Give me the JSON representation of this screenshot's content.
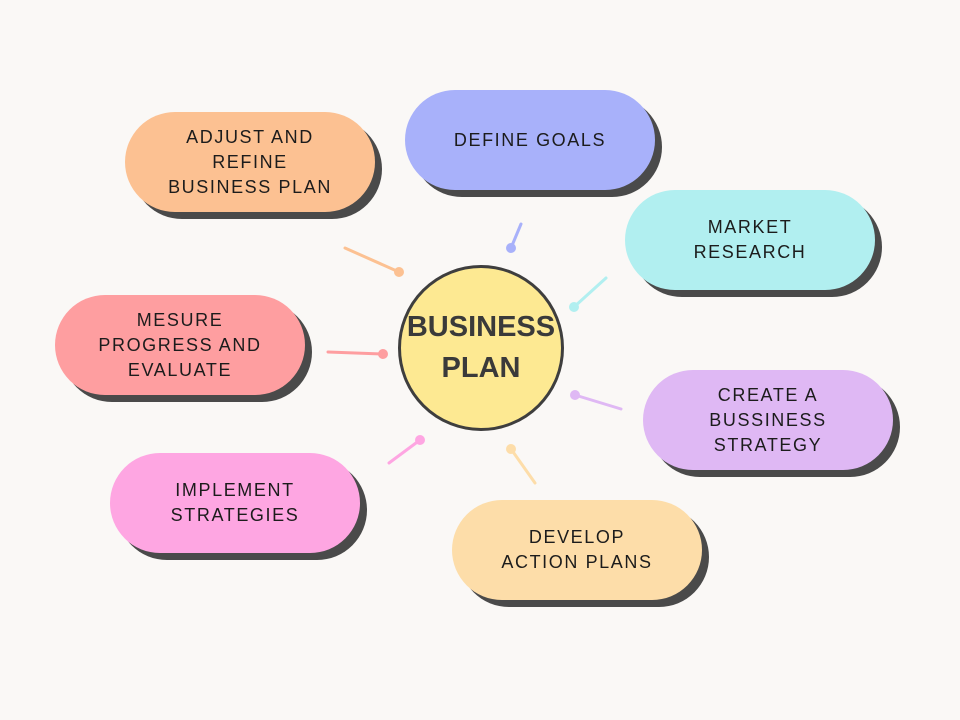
{
  "center": {
    "label": "BUSINESS\nPLAN",
    "color": "#fde992"
  },
  "nodes": [
    {
      "id": "adjust",
      "label": "ADJUST AND\nREFINE\nBUSINESS PLAN",
      "color": "#fcc192"
    },
    {
      "id": "define",
      "label": "DEFINE GOALS",
      "color": "#a8b1fa"
    },
    {
      "id": "market",
      "label": "MARKET\nRESEARCH",
      "color": "#b1eff0"
    },
    {
      "id": "measure",
      "label": "MESURE\nPROGRESS AND\nEVALUATE",
      "color": "#fe9ea0"
    },
    {
      "id": "create",
      "label": "CREATE A\nBUSSINESS\nSTRATEGY",
      "color": "#dfb8f4"
    },
    {
      "id": "implement",
      "label": "IMPLEMENT\nSTRATEGIES",
      "color": "#fea6e2"
    },
    {
      "id": "develop",
      "label": "DEVELOP\nACTION PLANS",
      "color": "#fddda9"
    }
  ]
}
